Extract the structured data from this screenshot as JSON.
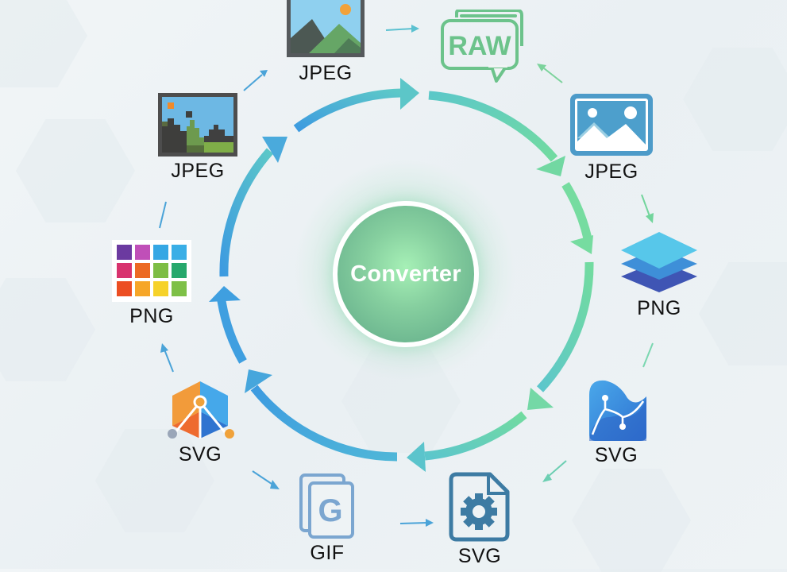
{
  "center": {
    "label": "Converter",
    "color": "#6cbf93"
  },
  "colors": {
    "cycle_start": "#3d9be0",
    "cycle_mid": "#52c3c7",
    "cycle_end": "#72dba0",
    "label": "#111111"
  },
  "nodes": [
    {
      "id": "jpeg-top",
      "label": "JPEG",
      "icon": "landscape-photo-icon"
    },
    {
      "id": "raw",
      "label": "RAW",
      "icon": "raw-chat-bubble-icon"
    },
    {
      "id": "jpeg-right",
      "label": "JPEG",
      "icon": "image-frame-icon"
    },
    {
      "id": "png-right",
      "label": "PNG",
      "icon": "layers-stack-icon"
    },
    {
      "id": "svg-right",
      "label": "SVG",
      "icon": "vector-wave-icon"
    },
    {
      "id": "svg-bottom",
      "label": "SVG",
      "icon": "file-gear-icon"
    },
    {
      "id": "gif",
      "label": "GIF",
      "icon": "gif-document-icon"
    },
    {
      "id": "svg-left",
      "label": "SVG",
      "icon": "vector-hexagon-icon"
    },
    {
      "id": "png-left",
      "label": "PNG",
      "icon": "color-grid-icon"
    },
    {
      "id": "jpeg-left",
      "label": "JPEG",
      "icon": "pixelated-photo-icon"
    }
  ],
  "flow": "clockwise"
}
